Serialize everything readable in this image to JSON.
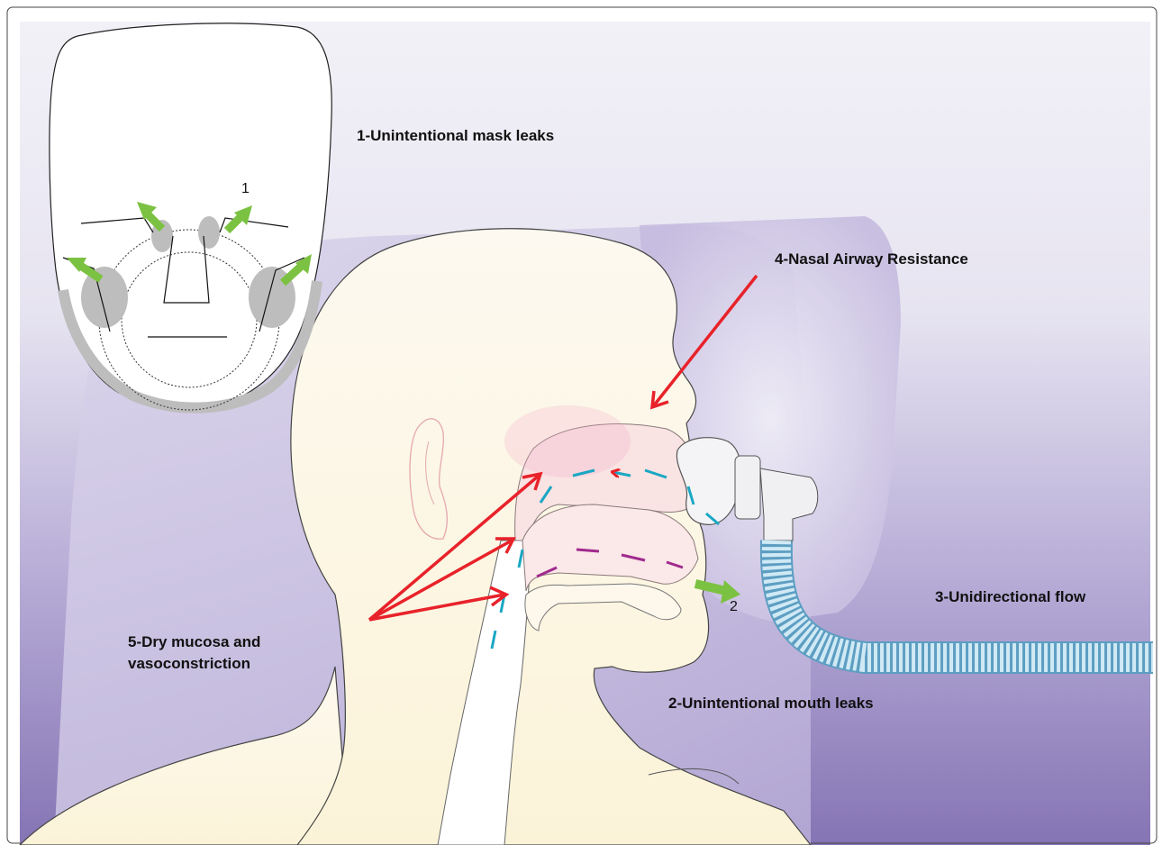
{
  "labels": {
    "mask_leaks": "1-Unintentional mask leaks",
    "nasal_resistance": "4-Nasal Airway Resistance",
    "unidirectional_flow": "3-Unidirectional flow",
    "mouth_leaks": "2-Unintentional mouth leaks",
    "dry_mucosa_line1": "5-Dry mucosa and",
    "dry_mucosa_line2": "vasoconstriction",
    "marker_1": "1",
    "marker_2": "2"
  },
  "colors": {
    "background_top": "#eceaf4",
    "background_bottom": "#8676b6",
    "skin": "#fbf4df",
    "airway": "#f9e3e3",
    "pointer_arrow": "#e8222a",
    "leak_arrow": "#7cc242",
    "flow_inhale": "#1aa7c4",
    "flow_exhale": "#a02a8e",
    "tube": "#a8d8ee"
  },
  "icons": {
    "leak": "green-arrow-icon",
    "pointer": "red-arrow-icon"
  }
}
